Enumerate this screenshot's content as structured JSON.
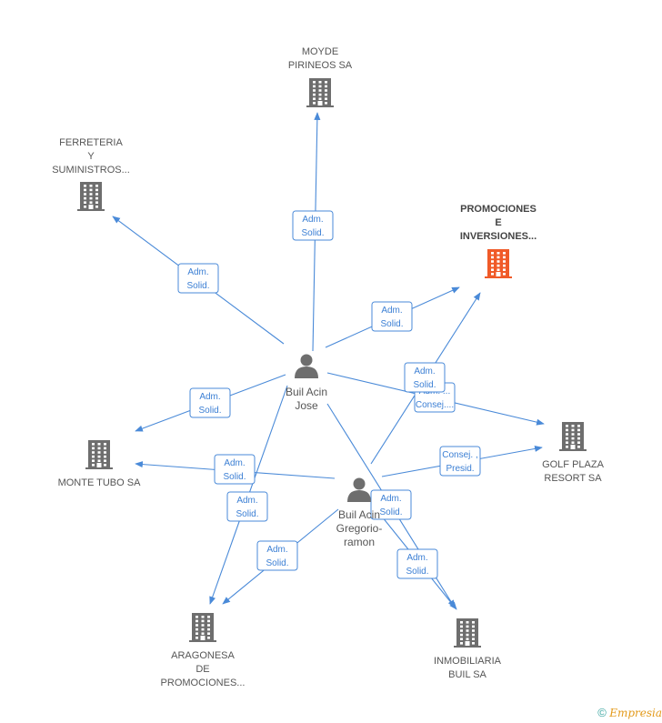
{
  "colors": {
    "edge": "#4a8ad8",
    "building": "#6e6e6e",
    "highlight": "#f05a28",
    "person": "#6e6e6e"
  },
  "companies": [
    {
      "id": "moyde",
      "lines": [
        "MOYDE",
        "PIRINEOS SA"
      ],
      "highlight": false
    },
    {
      "id": "ferreteria",
      "lines": [
        "FERRETERIA",
        "Y",
        "SUMINISTROS..."
      ],
      "highlight": false
    },
    {
      "id": "promociones",
      "lines": [
        "PROMOCIONES",
        "E",
        "INVERSIONES..."
      ],
      "highlight": true
    },
    {
      "id": "montetubo",
      "lines": [
        "MONTE TUBO SA"
      ],
      "highlight": false
    },
    {
      "id": "golfplaza",
      "lines": [
        "GOLF PLAZA",
        "RESORT SA"
      ],
      "highlight": false
    },
    {
      "id": "aragonesa",
      "lines": [
        "ARAGONESA",
        "DE",
        "PROMOCIONES..."
      ],
      "highlight": false
    },
    {
      "id": "inmobiliaria",
      "lines": [
        "INMOBILIARIA",
        "BUIL SA"
      ],
      "highlight": false
    }
  ],
  "persons": [
    {
      "id": "jose",
      "lines": [
        "Buil Acin",
        "Jose"
      ]
    },
    {
      "id": "gregorio",
      "lines": [
        "Buil Acin",
        "Gregorio-",
        "ramon"
      ]
    }
  ],
  "edges": [
    {
      "from": "jose",
      "to": "moyde",
      "label": [
        "Adm.",
        "Solid."
      ]
    },
    {
      "from": "jose",
      "to": "ferreteria",
      "label": [
        "Adm.",
        "Solid."
      ]
    },
    {
      "from": "jose",
      "to": "promociones",
      "label": [
        "Adm.",
        "Solid."
      ]
    },
    {
      "from": "jose",
      "to": "montetubo",
      "label": [
        "Adm.",
        "Solid."
      ]
    },
    {
      "from": "jose",
      "to": "golfplaza",
      "label": [
        "Adm. ...",
        "Consej...."
      ]
    },
    {
      "from": "jose",
      "to": "aragonesa",
      "label": [
        "Adm.",
        "Solid."
      ]
    },
    {
      "from": "jose",
      "to": "inmobiliaria",
      "label": [
        "Adm.",
        "Solid."
      ]
    },
    {
      "from": "gregorio",
      "to": "promociones",
      "label": [
        "Adm.",
        "Solid."
      ]
    },
    {
      "from": "gregorio",
      "to": "montetubo",
      "label": [
        "Adm.",
        "Solid."
      ]
    },
    {
      "from": "gregorio",
      "to": "golfplaza",
      "label": [
        "Consej. ,",
        "Presid."
      ]
    },
    {
      "from": "gregorio",
      "to": "aragonesa",
      "label": [
        "Adm.",
        "Solid."
      ]
    },
    {
      "from": "gregorio",
      "to": "inmobiliaria",
      "label": [
        "Adm.",
        "Solid."
      ]
    }
  ],
  "footer": {
    "copyright": "©",
    "brand": "Empresia"
  }
}
